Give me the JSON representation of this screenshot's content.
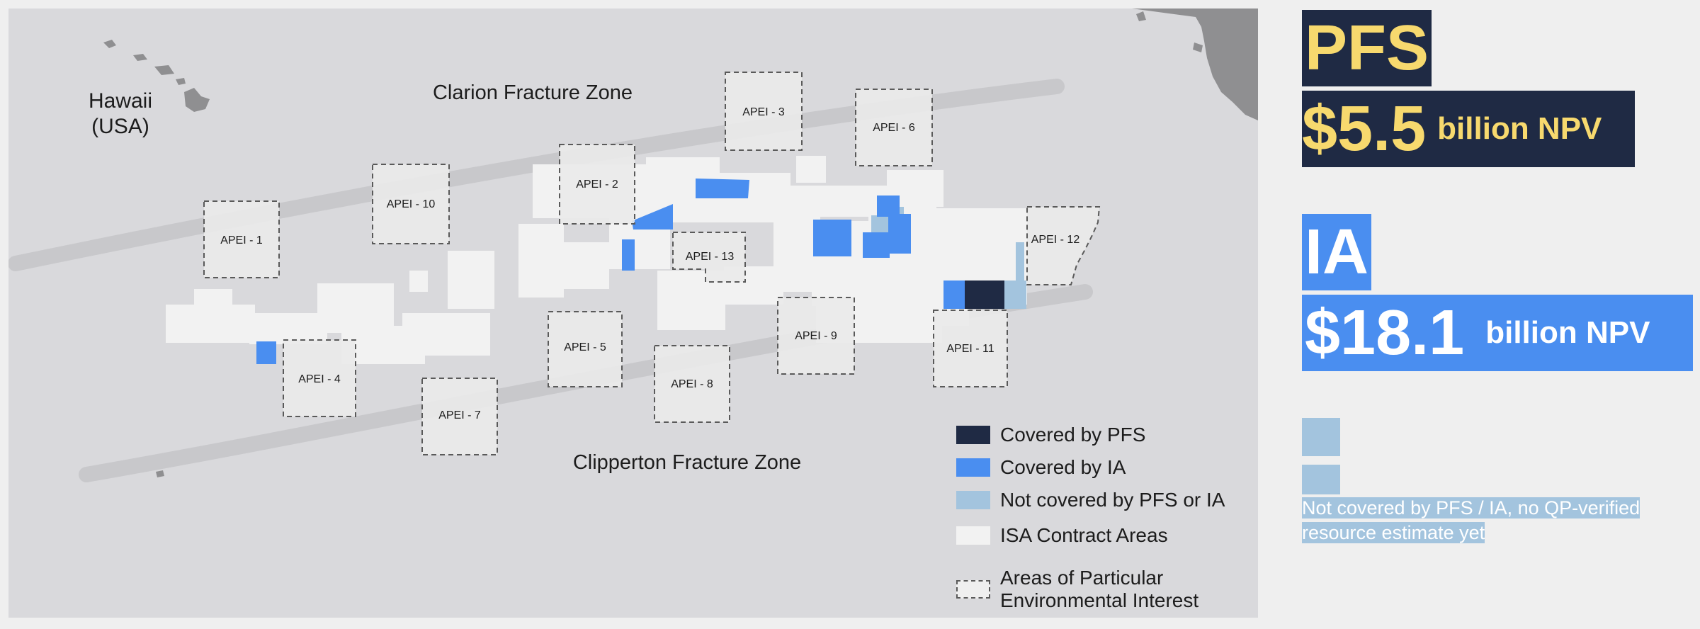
{
  "map": {
    "places": {
      "hawaii_line1": "Hawaii",
      "hawaii_line2": "(USA)"
    },
    "zones": {
      "clarion": "Clarion Fracture Zone",
      "clipperton": "Clipperton Fracture Zone"
    },
    "apei": [
      "APEI - 1",
      "APEI - 2",
      "APEI - 3",
      "APEI - 4",
      "APEI - 5",
      "APEI - 6",
      "APEI - 7",
      "APEI - 8",
      "APEI - 9",
      "APEI - 10",
      "APEI - 11",
      "APEI - 12",
      "APEI - 13"
    ],
    "legend": [
      {
        "label": "Covered by PFS",
        "color": "#1f2a44"
      },
      {
        "label": "Covered by IA",
        "color": "#4a8ef0"
      },
      {
        "label": "Not covered by PFS or IA",
        "color": "#a3c4de"
      },
      {
        "label": "ISA Contract Areas",
        "color": "#f2f2f2"
      },
      {
        "label_line1": "Areas of Particular",
        "label_line2": "Environmental Interest",
        "style": "dashed"
      }
    ],
    "colors": {
      "ocean": "#d9d9dc",
      "land": "#8f8f91",
      "zone_band": "#c8c8cb",
      "contract": "#f2f2f2",
      "pfs": "#1f2a44",
      "ia": "#4a8ef0",
      "not_covered": "#a3c4de"
    }
  },
  "panel": {
    "pfs": {
      "title": "PFS",
      "value": "$5.5",
      "unit": "billion NPV"
    },
    "ia": {
      "title": "IA",
      "value": "$18.1",
      "unit": "billion NPV"
    },
    "not_covered": {
      "note": "Not covered by PFS / IA, no QP-verified resource estimate yet"
    }
  }
}
